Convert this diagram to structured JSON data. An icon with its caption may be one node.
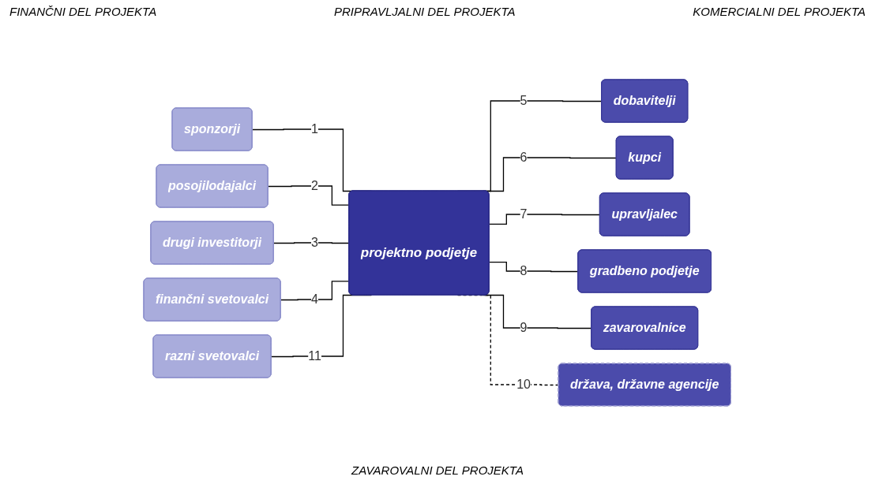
{
  "diagram": {
    "nodes": [
      {
        "text": [
          "razni svetovalci"
        ]
      },
      {
        "text": [
          "sponzorji"
        ]
      },
      {
        "text": [
          "posojilodajalci"
        ]
      },
      {
        "text": [
          "drugi investitorji"
        ]
      },
      {
        "text": [
          "finančni svetovalci"
        ]
      },
      {
        "text": [
          "projektno podjetje"
        ]
      },
      {
        "text": [
          "dobavitelji"
        ]
      },
      {
        "text": [
          "kupci"
        ]
      },
      {
        "text": [
          "upravljalec"
        ]
      },
      {
        "text": [
          "gradbeno podjetje"
        ]
      },
      {
        "text": [
          "zavarovalnice"
        ]
      },
      {
        "text": [
          "država, državne agencije"
        ]
      }
    ],
    "edges": [
      {
        "from": 1,
        "to": 5,
        "arrow": "none",
        "label": "1"
      },
      {
        "from": 2,
        "to": 5,
        "arrow": "none",
        "label": "2"
      },
      {
        "from": 3,
        "to": 5,
        "arrow": "none",
        "label": "3"
      },
      {
        "from": 4,
        "to": 5,
        "arrow": "none",
        "label": "4"
      },
      {
        "from": 5,
        "to": 6,
        "arrow": "none",
        "label": "5"
      },
      {
        "from": 5,
        "to": 7,
        "arrow": "none",
        "label": "6"
      },
      {
        "from": 5,
        "to": 8,
        "arrow": "none",
        "label": "7"
      },
      {
        "from": 5,
        "to": 9,
        "arrow": "none",
        "label": "8"
      },
      {
        "from": 5,
        "to": 10,
        "arrow": "none",
        "label": "9"
      },
      {
        "from": 5,
        "to": 11,
        "arrow": "none",
        "label": "10",
        "style": "dashed"
      },
      {
        "from": 0,
        "to": 5,
        "arrow": "none",
        "label": "11"
      }
    ],
    "labels": [
      "FINANČNI DEL PROJEKTA",
      "PRIPRAVLJALNI DEL PROJEKTA",
      "KOMERCIALNI DEL PROJEKTA",
      "ZAVAROVALNI DEL PROJEKTA"
    ]
  }
}
